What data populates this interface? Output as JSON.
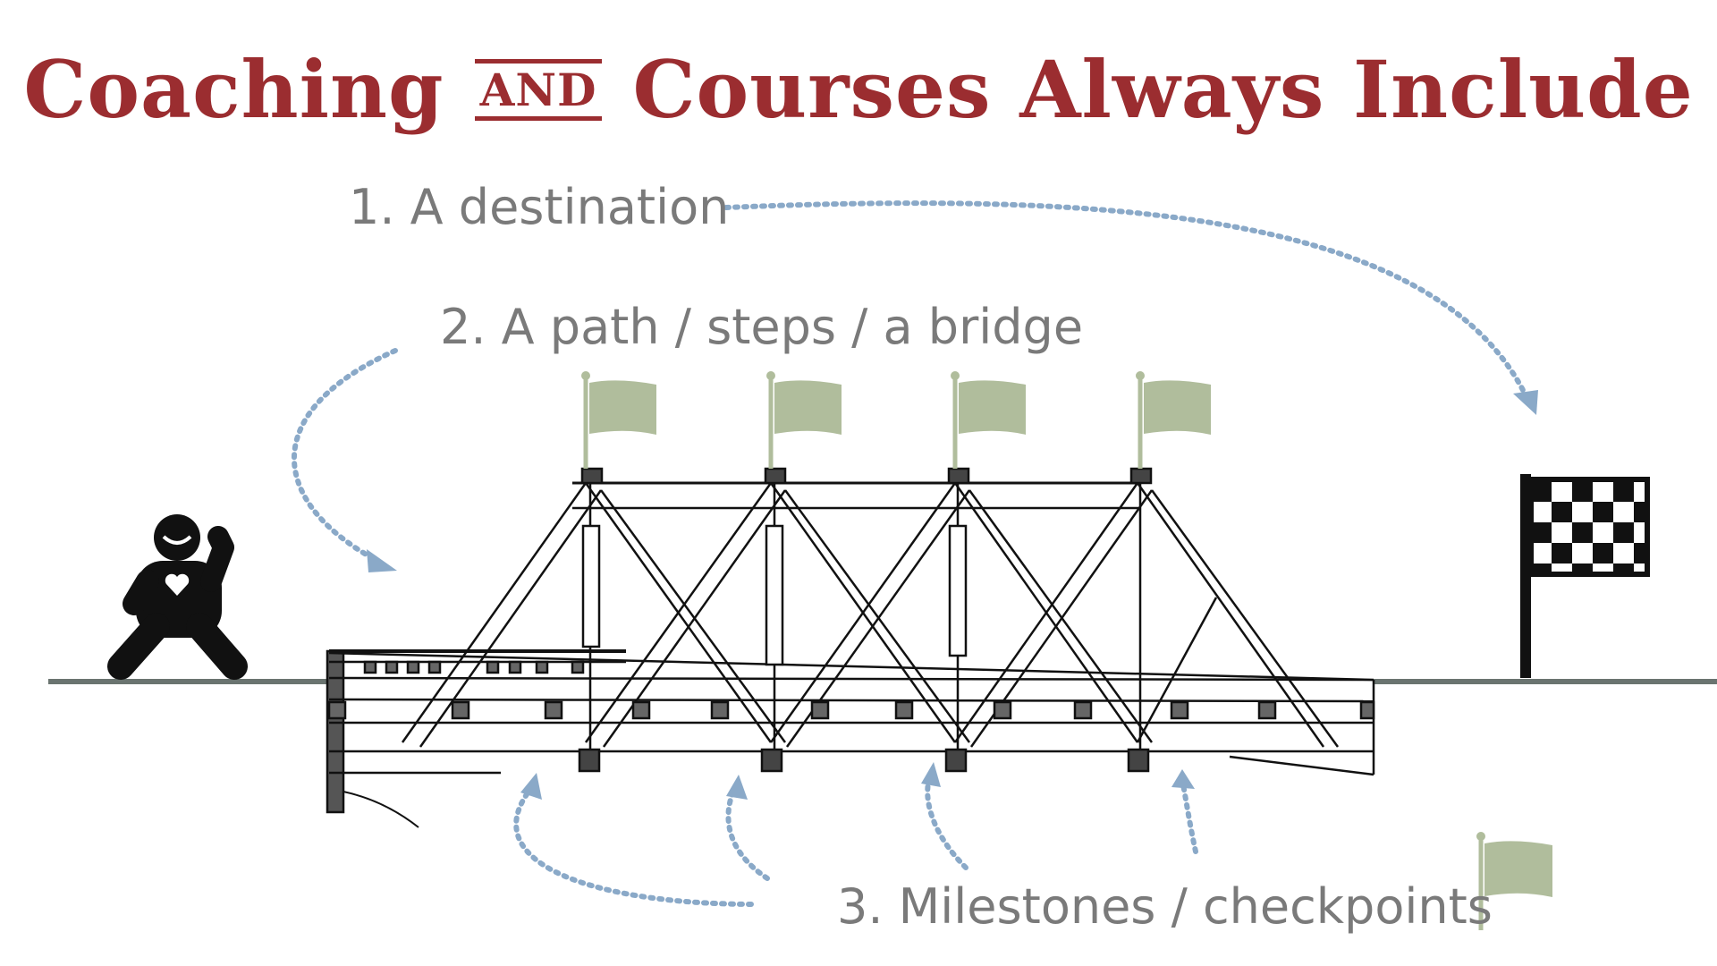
{
  "title": {
    "part1": "Coaching",
    "connector": "AND",
    "part2": "Courses Always Include",
    "color": "#9b2d30"
  },
  "labels": {
    "destination": "1. A destination",
    "path": "2. A path / steps / a bridge",
    "milestones": "3. Milestones / checkpoints"
  },
  "colors": {
    "label_text": "#7a7a7a",
    "arrow": "#8aa9c8",
    "milestone_flag": "#b0bd9c",
    "ground": "#6a7470",
    "ink": "#111111"
  },
  "icons": {
    "person": "happy-person-heart-icon",
    "finish": "checkered-flag-icon",
    "milestone": "milestone-flag-icon",
    "bridge": "truss-bridge-drawing"
  }
}
